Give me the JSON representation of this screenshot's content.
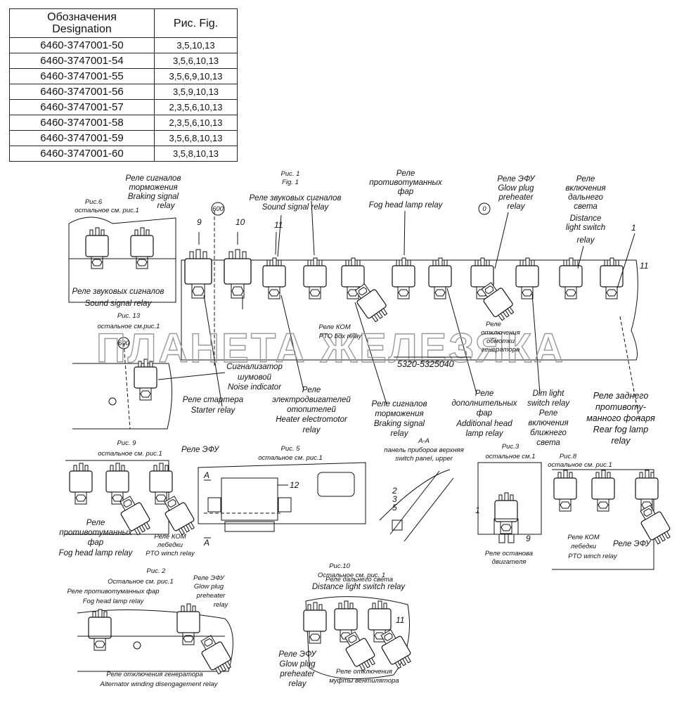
{
  "table": {
    "headers": [
      [
        "Обозначения",
        "Designation"
      ],
      [
        "Рис. Fig."
      ]
    ],
    "rows": [
      {
        "designation": "6460-3747001-50",
        "figs": "3,5,10,13"
      },
      {
        "designation": "6460-3747001-54",
        "figs": "3,5,6,10,13"
      },
      {
        "designation": "6460-3747001-55",
        "figs": "3,5,6,9,10,13"
      },
      {
        "designation": "6460-3747001-56",
        "figs": "3,5,9,10,13"
      },
      {
        "designation": "6460-3747001-57",
        "figs": "2,3,5,6,10,13"
      },
      {
        "designation": "6460-3747001-58",
        "figs": "2,3,5,6,10,13"
      },
      {
        "designation": "6460-3747001-59",
        "figs": "3,5,6,8,10,13"
      },
      {
        "designation": "6460-3747001-60",
        "figs": "3,5,8,10,13"
      }
    ]
  },
  "watermark": "ПЛАНЕТА ЖЕЛЕЗЯКА",
  "part_number": "5320-5325040",
  "numbers": {
    "n9": "9",
    "n10": "10",
    "n11a": "11",
    "n1": "1",
    "n11b": "11",
    "c600a": "600",
    "c0": "0",
    "c600b": "600",
    "n12": "12",
    "n2": "2",
    "n3": "3",
    "n5": "5",
    "n1b": "1",
    "n9b": "9",
    "n11c": "11"
  },
  "labels": {
    "braking_top": [
      "Реле сигналов",
      "торможения",
      "Braking signal",
      "relay"
    ],
    "fig1": [
      "Рис. 1",
      "Fig. 1"
    ],
    "sound_top": [
      "Реле звуковых сигналов",
      "Sound signal relay"
    ],
    "fog_top": [
      "Реле",
      "противотуманных",
      "фар",
      "Fog head lamp relay"
    ],
    "glow_top": [
      "Реле ЭФУ",
      "Glow plug",
      "preheater",
      "relay"
    ],
    "distance_top": [
      "Реле",
      "включения",
      "дальнего",
      "света",
      "Distance",
      "light switch",
      "relay"
    ],
    "fig6": [
      "Рис.6",
      "остальное см. рис.1"
    ],
    "sound_fig6": [
      "Реле звуковых сигналов",
      "Sound signal relay"
    ],
    "fig13": [
      "Рис. 13",
      "остальное см.рис.1"
    ],
    "kom": [
      "Реле КОМ",
      "PTO box relay"
    ],
    "gen_disengage": [
      "Реле",
      "отключения",
      "обмотки",
      "генератора"
    ],
    "noise": [
      "Сигнализатор",
      "шумовой",
      "Noise indicator"
    ],
    "starter": [
      "Реле стартера",
      "Starter relay"
    ],
    "heater": [
      "Реле",
      "электродвигателей",
      "отопителей",
      "Heater electromotor",
      "relay"
    ],
    "braking_bottom": [
      "Реле сигналов",
      "торможения",
      "Braking signal",
      "relay"
    ],
    "additional": [
      "Реле",
      "дополнительных",
      "фар",
      "Additional head",
      "lamp relay"
    ],
    "dim": [
      "Dim light",
      "switch relay",
      "Реле",
      "включения",
      "ближнего",
      "света"
    ],
    "rear_fog": [
      "Реле заднего",
      "противоту-",
      "манного фонаря",
      "Rear fog lamp",
      "relay"
    ],
    "fig9": [
      "Рис. 9",
      "остальное см. рис.1"
    ],
    "efu_fig9": "Реле ЭФУ",
    "fig5": [
      "Рис. 5",
      "остальное см. рис.1"
    ],
    "aa_marks": [
      "A",
      "A"
    ],
    "fog_fig9": [
      "Реле",
      "противотуманных",
      "фар",
      "Fog head lamp relay"
    ],
    "winch_fig9": [
      "Реле КОМ",
      "лебедки",
      "PTO winch relay"
    ],
    "panel": [
      "А-А",
      "панель приборов верхняя",
      "switch panel, upper"
    ],
    "fig3": [
      "Рис.3",
      "остальное см.1"
    ],
    "engine_stop": [
      "Реле останова",
      "двигателя"
    ],
    "fig8": [
      "Рис.8",
      "остальное см. рис.1"
    ],
    "winch_fig8": [
      "Реле КОМ",
      "лебедки",
      "PTO winch relay"
    ],
    "efu_fig8": "Реле ЭФУ",
    "fig2": [
      "Рис. 2",
      "Остальное см. рис.1"
    ],
    "fog_fig2": [
      "Реле противотуманных фар",
      "Fog head lamp relay"
    ],
    "glow_fig2": [
      "Реле ЭФУ",
      "Glow plug",
      "preheater",
      "relay"
    ],
    "alternator": [
      "Реле отключения генератора",
      "Alternator winding disengagement relay"
    ],
    "fig10": [
      "Рис.10",
      "Остальное см. рис. 1"
    ],
    "distance_fig10": [
      "Реле дальнего света",
      "Distance light switch relay"
    ],
    "glow_fig10": [
      "Реле ЭФУ",
      "Glow plug",
      "preheater",
      "relay"
    ],
    "fan_clutch": [
      "Реле отключения",
      "муфты вентилятора"
    ]
  }
}
